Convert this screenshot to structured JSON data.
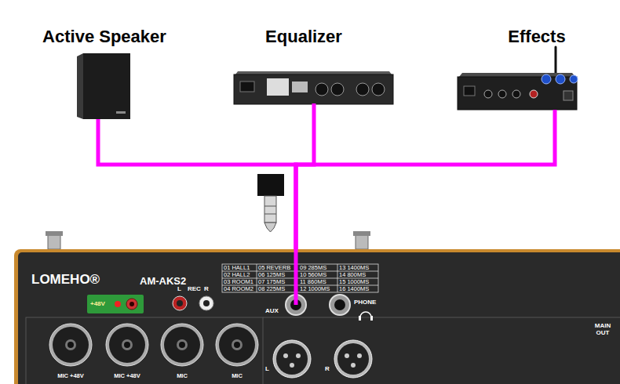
{
  "diagram": {
    "nodes": [
      {
        "text": [
          "Active Speaker"
        ]
      },
      {
        "text": [
          "Equalizer"
        ]
      },
      {
        "text": [
          "Effects"
        ]
      },
      {
        "text": [
          "LOMEHO®",
          "AM-AKS2"
        ]
      }
    ],
    "edges": [
      {
        "from": 3,
        "to": 0,
        "arrow": "none"
      },
      {
        "from": 3,
        "to": 1,
        "arrow": "none"
      },
      {
        "from": 3,
        "to": 2,
        "arrow": "none"
      }
    ],
    "labels": [
      "+48V",
      "L",
      "REC",
      "R",
      "01 HALL1",
      "05 REVERB",
      "09 285MS",
      "13 1400MS",
      "02 HALL2",
      "06 125MS",
      "10 560MS",
      "14 800MS",
      "03 ROOM1",
      "07 175MS",
      "11 860MS",
      "15 1000MS",
      "04 ROOM2",
      "08 225MS",
      "12 1000MS",
      "16 1400MS",
      "AUX",
      "PHONE",
      "MAIN OUT",
      "L",
      "R",
      "MIC +48V",
      "MIC +48V",
      "MIC",
      "MIC"
    ]
  }
}
